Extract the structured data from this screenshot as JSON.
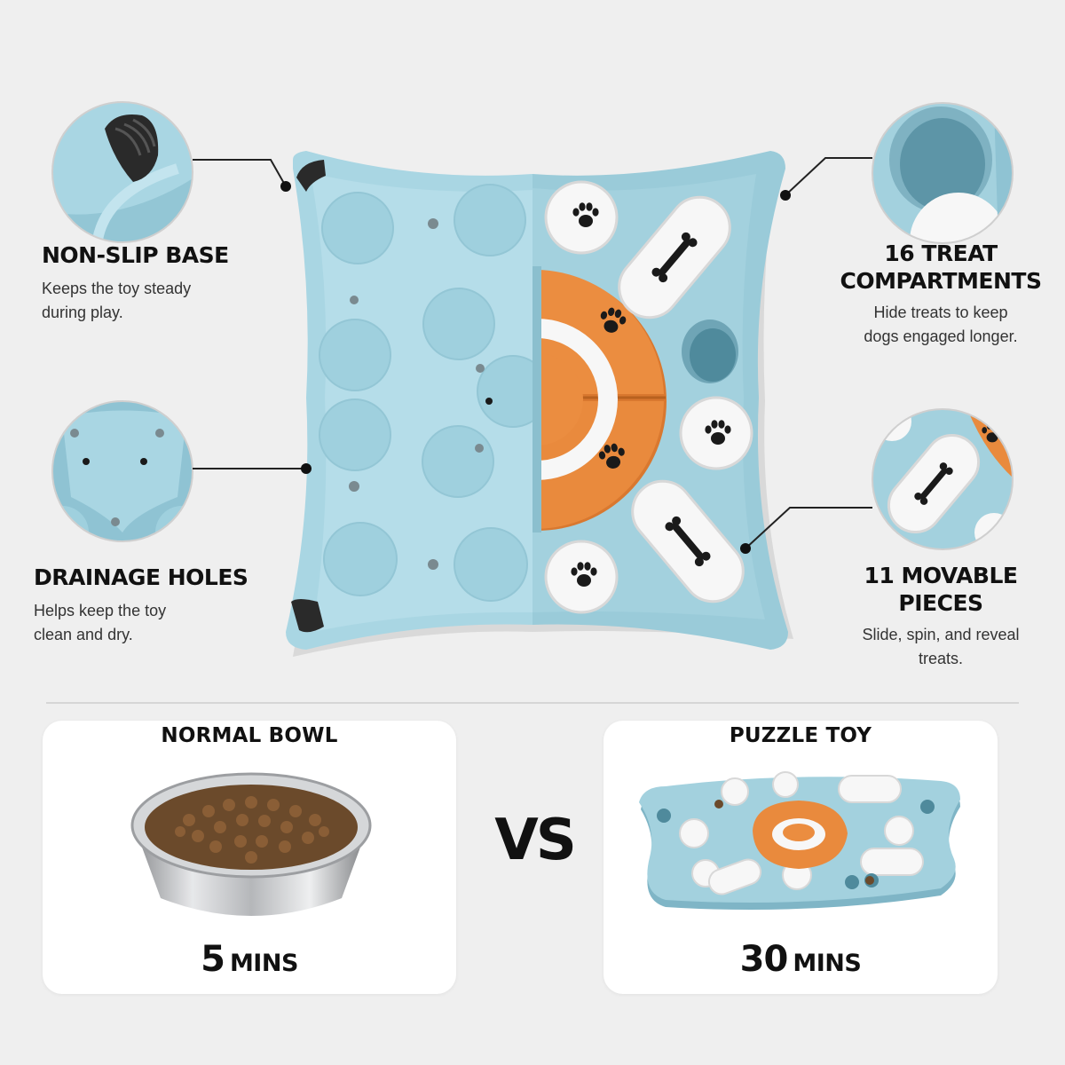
{
  "features": {
    "non_slip": {
      "title": "NON-SLIP BASE",
      "desc_1": "Keeps the toy steady",
      "desc_2": "during play."
    },
    "drainage": {
      "title": "DRAINAGE HOLES",
      "desc_1": "Helps keep the toy",
      "desc_2": "clean and dry."
    },
    "treat": {
      "title_1": "16 TREAT",
      "title_2": "COMPARTMENTS",
      "desc_1": "Hide treats to keep",
      "desc_2": "dogs engaged longer."
    },
    "movable": {
      "title_1": "11 MOVABLE",
      "title_2": "PIECES",
      "desc_1": "Slide, spin, and reveal",
      "desc_2": "treats."
    }
  },
  "compare": {
    "left": {
      "title": "NORMAL BOWL",
      "time_value": "5",
      "time_unit": "MINS"
    },
    "vs": "VS",
    "right": {
      "title": "PUZZLE TOY",
      "time_value": "30",
      "time_unit": "MINS"
    }
  },
  "colors": {
    "background": "#efefef",
    "toy_blue": "#a9d6e3",
    "toy_blue_dark": "#8fc3d3",
    "accent_orange": "#e98a3d",
    "piece_white": "#f7f7f7",
    "text": "#111111"
  },
  "icons": [
    "paw-icon",
    "bone-icon",
    "non-slip-pad-icon"
  ]
}
